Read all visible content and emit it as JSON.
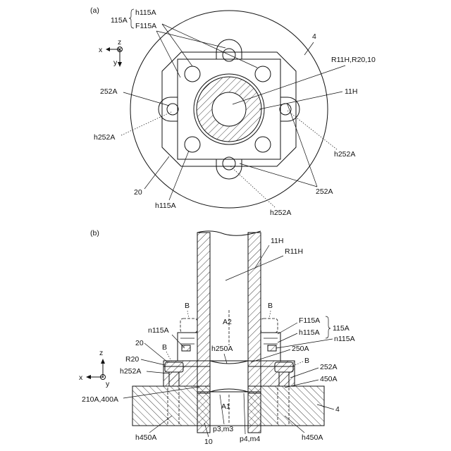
{
  "figure": {
    "panel_a": {
      "panel_label": "(a)",
      "group_label": "115A",
      "group_items": [
        "h115A",
        "F115A"
      ],
      "axes": {
        "x": "x",
        "y": "y",
        "z": "z"
      },
      "labels": {
        "ref4": "4",
        "r11h": "R11H,R20,10",
        "h11": "11H",
        "a252_left": "252A",
        "h252_left": "h252A",
        "h252_right": "h252A",
        "a252_right": "252A",
        "h252_bottom": "h252A",
        "ref20": "20",
        "h115_bottom": "h115A"
      }
    },
    "panel_b": {
      "panel_label": "(b)",
      "axes": {
        "z": "z",
        "x": "x",
        "y": "y"
      },
      "labels": {
        "h11": "11H",
        "r11h": "R11H",
        "b_left_top": "B",
        "b_right_top": "B",
        "a2": "A2",
        "n115_left": "n115A",
        "ref20": "20",
        "b_left_mid": "B",
        "r20": "R20",
        "h252": "h252A",
        "a210": "210A,400A",
        "h250": "h250A",
        "f115": "F115A",
        "h115": "h115A",
        "g115": "115A",
        "n115_right": "n115A",
        "a250": "250A",
        "b_right_mid": "B",
        "a252": "252A",
        "a450": "450A",
        "ref4": "4",
        "a1": "A1",
        "p3": "p3,m3",
        "p4": "p4,m4",
        "h450_left": "h450A",
        "ref10": "10",
        "h450_right": "h450A"
      }
    }
  }
}
